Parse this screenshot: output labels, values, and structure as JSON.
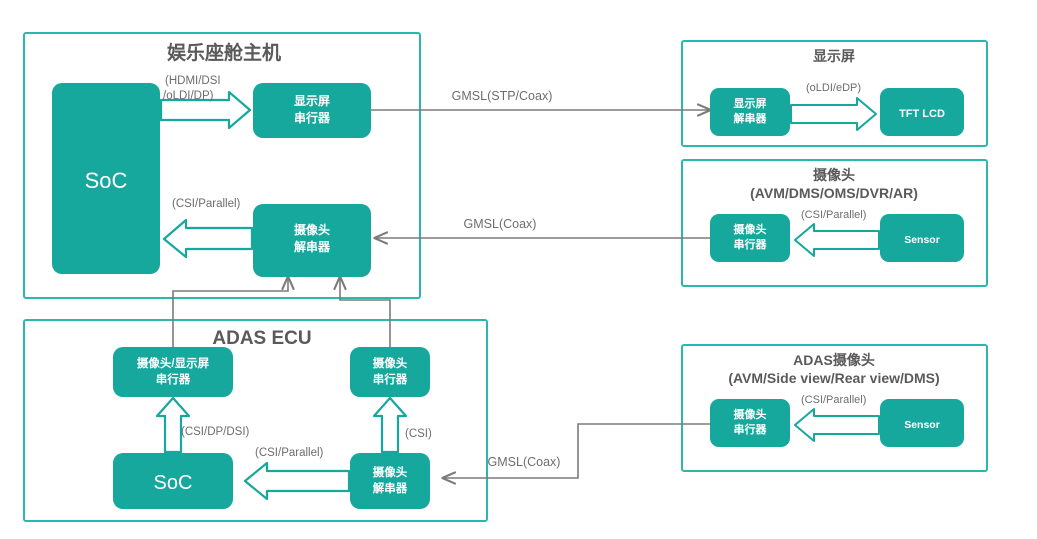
{
  "diagram": {
    "title_hidden": "",
    "accent_teal": "#16a79d",
    "frame_border": "#2bb7ae",
    "wire_gray": "#7b7b7b",
    "frames": [
      {
        "id": "cockpit",
        "title": "娱乐座舱主机"
      },
      {
        "id": "adas_ecu",
        "title": "ADAS ECU"
      },
      {
        "id": "display",
        "title": "显示屏"
      },
      {
        "id": "camera",
        "title_line1": "摄像头",
        "title_line2": "(AVM/DMS/OMS/DVR/AR)"
      },
      {
        "id": "adas_camera",
        "title_line1": "ADAS摄像头",
        "title_line2": "(AVM/Side view/Rear view/DMS)"
      }
    ],
    "boxes": {
      "cockpit_soc": {
        "label": "SoC"
      },
      "cockpit_display_ser": {
        "line1": "显示屏",
        "line2": "串行器"
      },
      "cockpit_camera_des": {
        "line1": "摄像头",
        "line2": "解串器"
      },
      "adas_cam_disp_ser": {
        "line1": "摄像头/显示屏",
        "line2": "串行器"
      },
      "adas_camera_ser": {
        "line1": "摄像头",
        "line2": "串行器"
      },
      "adas_soc": {
        "label": "SoC"
      },
      "adas_camera_des": {
        "line1": "摄像头",
        "line2": "解串器"
      },
      "display_des": {
        "line1": "显示屏",
        "line2": "解串器"
      },
      "tft_lcd": {
        "label": "TFT LCD"
      },
      "camera_ser": {
        "line1": "摄像头",
        "line2": "串行器"
      },
      "camera_sensor": {
        "label": "Sensor"
      },
      "adas_cam_ser": {
        "line1": "摄像头",
        "line2": "串行器"
      },
      "adas_cam_sensor": {
        "label": "Sensor"
      }
    },
    "labels": {
      "hdmi_dsi_line1": "(HDMI/DSI",
      "hdmi_dsi_line2": "/oLDI/DP)",
      "csi_parallel_cockpit": "(CSI/Parallel)",
      "gmsl_stp_coax": "GMSL(STP/Coax)",
      "gmsl_coax_camera": "GMSL(Coax)",
      "gmsl_coax_adas": "GMSL(Coax)",
      "oldi_edp": "(oLDI/eDP)",
      "csi_parallel_camera": "(CSI/Parallel)",
      "csi_parallel_adas_camera": "(CSI/Parallel)",
      "csi_dp_dsi": "(CSI/DP/DSI)",
      "csi": "(CSI)",
      "csi_parallel_adas_ecu": "(CSI/Parallel)"
    }
  }
}
